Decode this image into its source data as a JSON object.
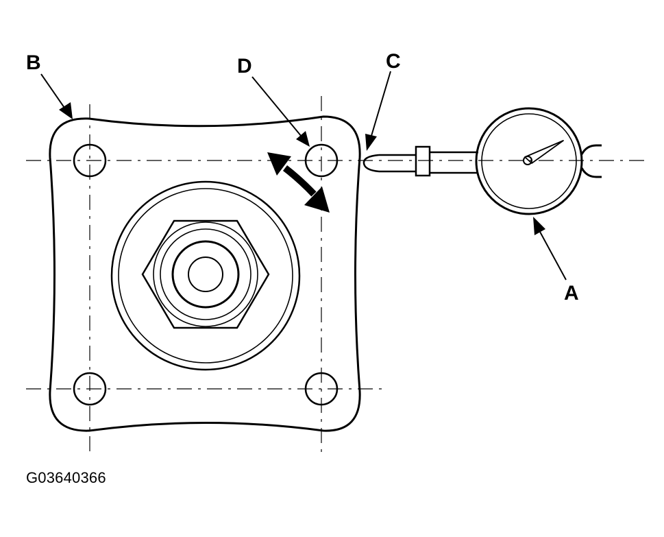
{
  "labels": {
    "a": "A",
    "b": "B",
    "c": "C",
    "d": "D"
  },
  "figure_code": "G03640366",
  "colors": {
    "ink": "#000000",
    "background": "#ffffff"
  },
  "icons": {
    "rotation": "double-headed-curved-arrow",
    "gauge": "dial-indicator-icon"
  }
}
